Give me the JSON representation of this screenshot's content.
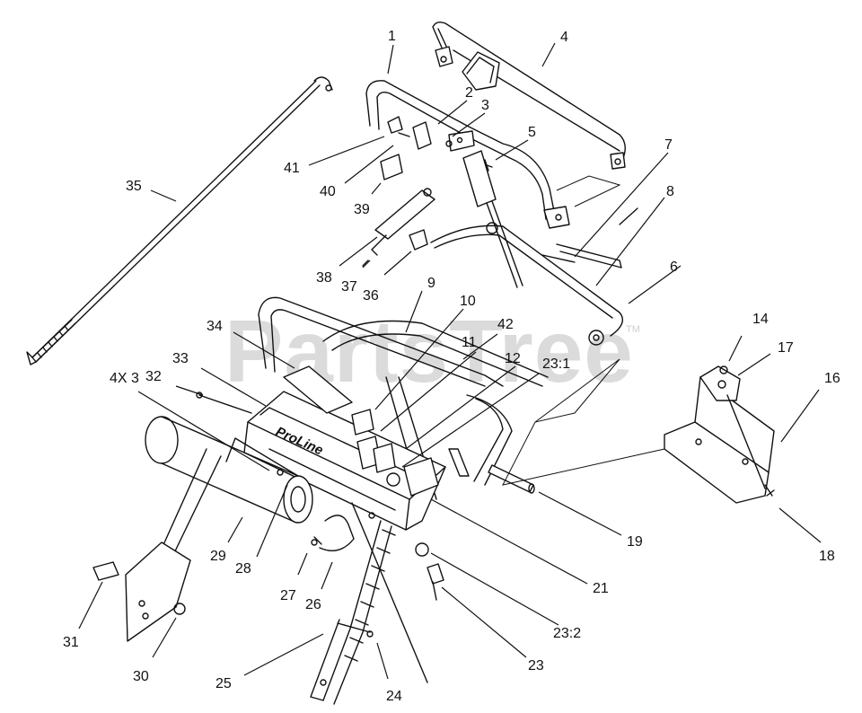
{
  "watermark": {
    "text": "PartsTree",
    "trademark": "TM"
  },
  "brand_label": "ProLine",
  "callouts": [
    {
      "id": "c1",
      "label": "1"
    },
    {
      "id": "c2",
      "label": "2"
    },
    {
      "id": "c3",
      "label": "3"
    },
    {
      "id": "c4",
      "label": "4"
    },
    {
      "id": "c5",
      "label": "5"
    },
    {
      "id": "c6",
      "label": "6"
    },
    {
      "id": "c7",
      "label": "7"
    },
    {
      "id": "c8",
      "label": "8"
    },
    {
      "id": "c9",
      "label": "9"
    },
    {
      "id": "c10",
      "label": "10"
    },
    {
      "id": "c11",
      "label": "11"
    },
    {
      "id": "c12",
      "label": "12"
    },
    {
      "id": "c14",
      "label": "14"
    },
    {
      "id": "c16",
      "label": "16"
    },
    {
      "id": "c17",
      "label": "17"
    },
    {
      "id": "c18",
      "label": "18"
    },
    {
      "id": "c19",
      "label": "19"
    },
    {
      "id": "c21",
      "label": "21"
    },
    {
      "id": "c23",
      "label": "23"
    },
    {
      "id": "c23_1",
      "label": "23:1"
    },
    {
      "id": "c23_2",
      "label": "23:2"
    },
    {
      "id": "c24",
      "label": "24"
    },
    {
      "id": "c25",
      "label": "25"
    },
    {
      "id": "c26",
      "label": "26"
    },
    {
      "id": "c27",
      "label": "27"
    },
    {
      "id": "c28",
      "label": "28"
    },
    {
      "id": "c29",
      "label": "29"
    },
    {
      "id": "c30",
      "label": "30"
    },
    {
      "id": "c31",
      "label": "31"
    },
    {
      "id": "c32",
      "label": "32"
    },
    {
      "id": "c33",
      "label": "33"
    },
    {
      "id": "c34",
      "label": "34"
    },
    {
      "id": "c35",
      "label": "35"
    },
    {
      "id": "c36",
      "label": "36"
    },
    {
      "id": "c37",
      "label": "37"
    },
    {
      "id": "c38",
      "label": "38"
    },
    {
      "id": "c39",
      "label": "39"
    },
    {
      "id": "c40",
      "label": "40"
    },
    {
      "id": "c41",
      "label": "41"
    },
    {
      "id": "c42",
      "label": "42"
    },
    {
      "id": "c4x3",
      "label": "4X 3"
    }
  ]
}
